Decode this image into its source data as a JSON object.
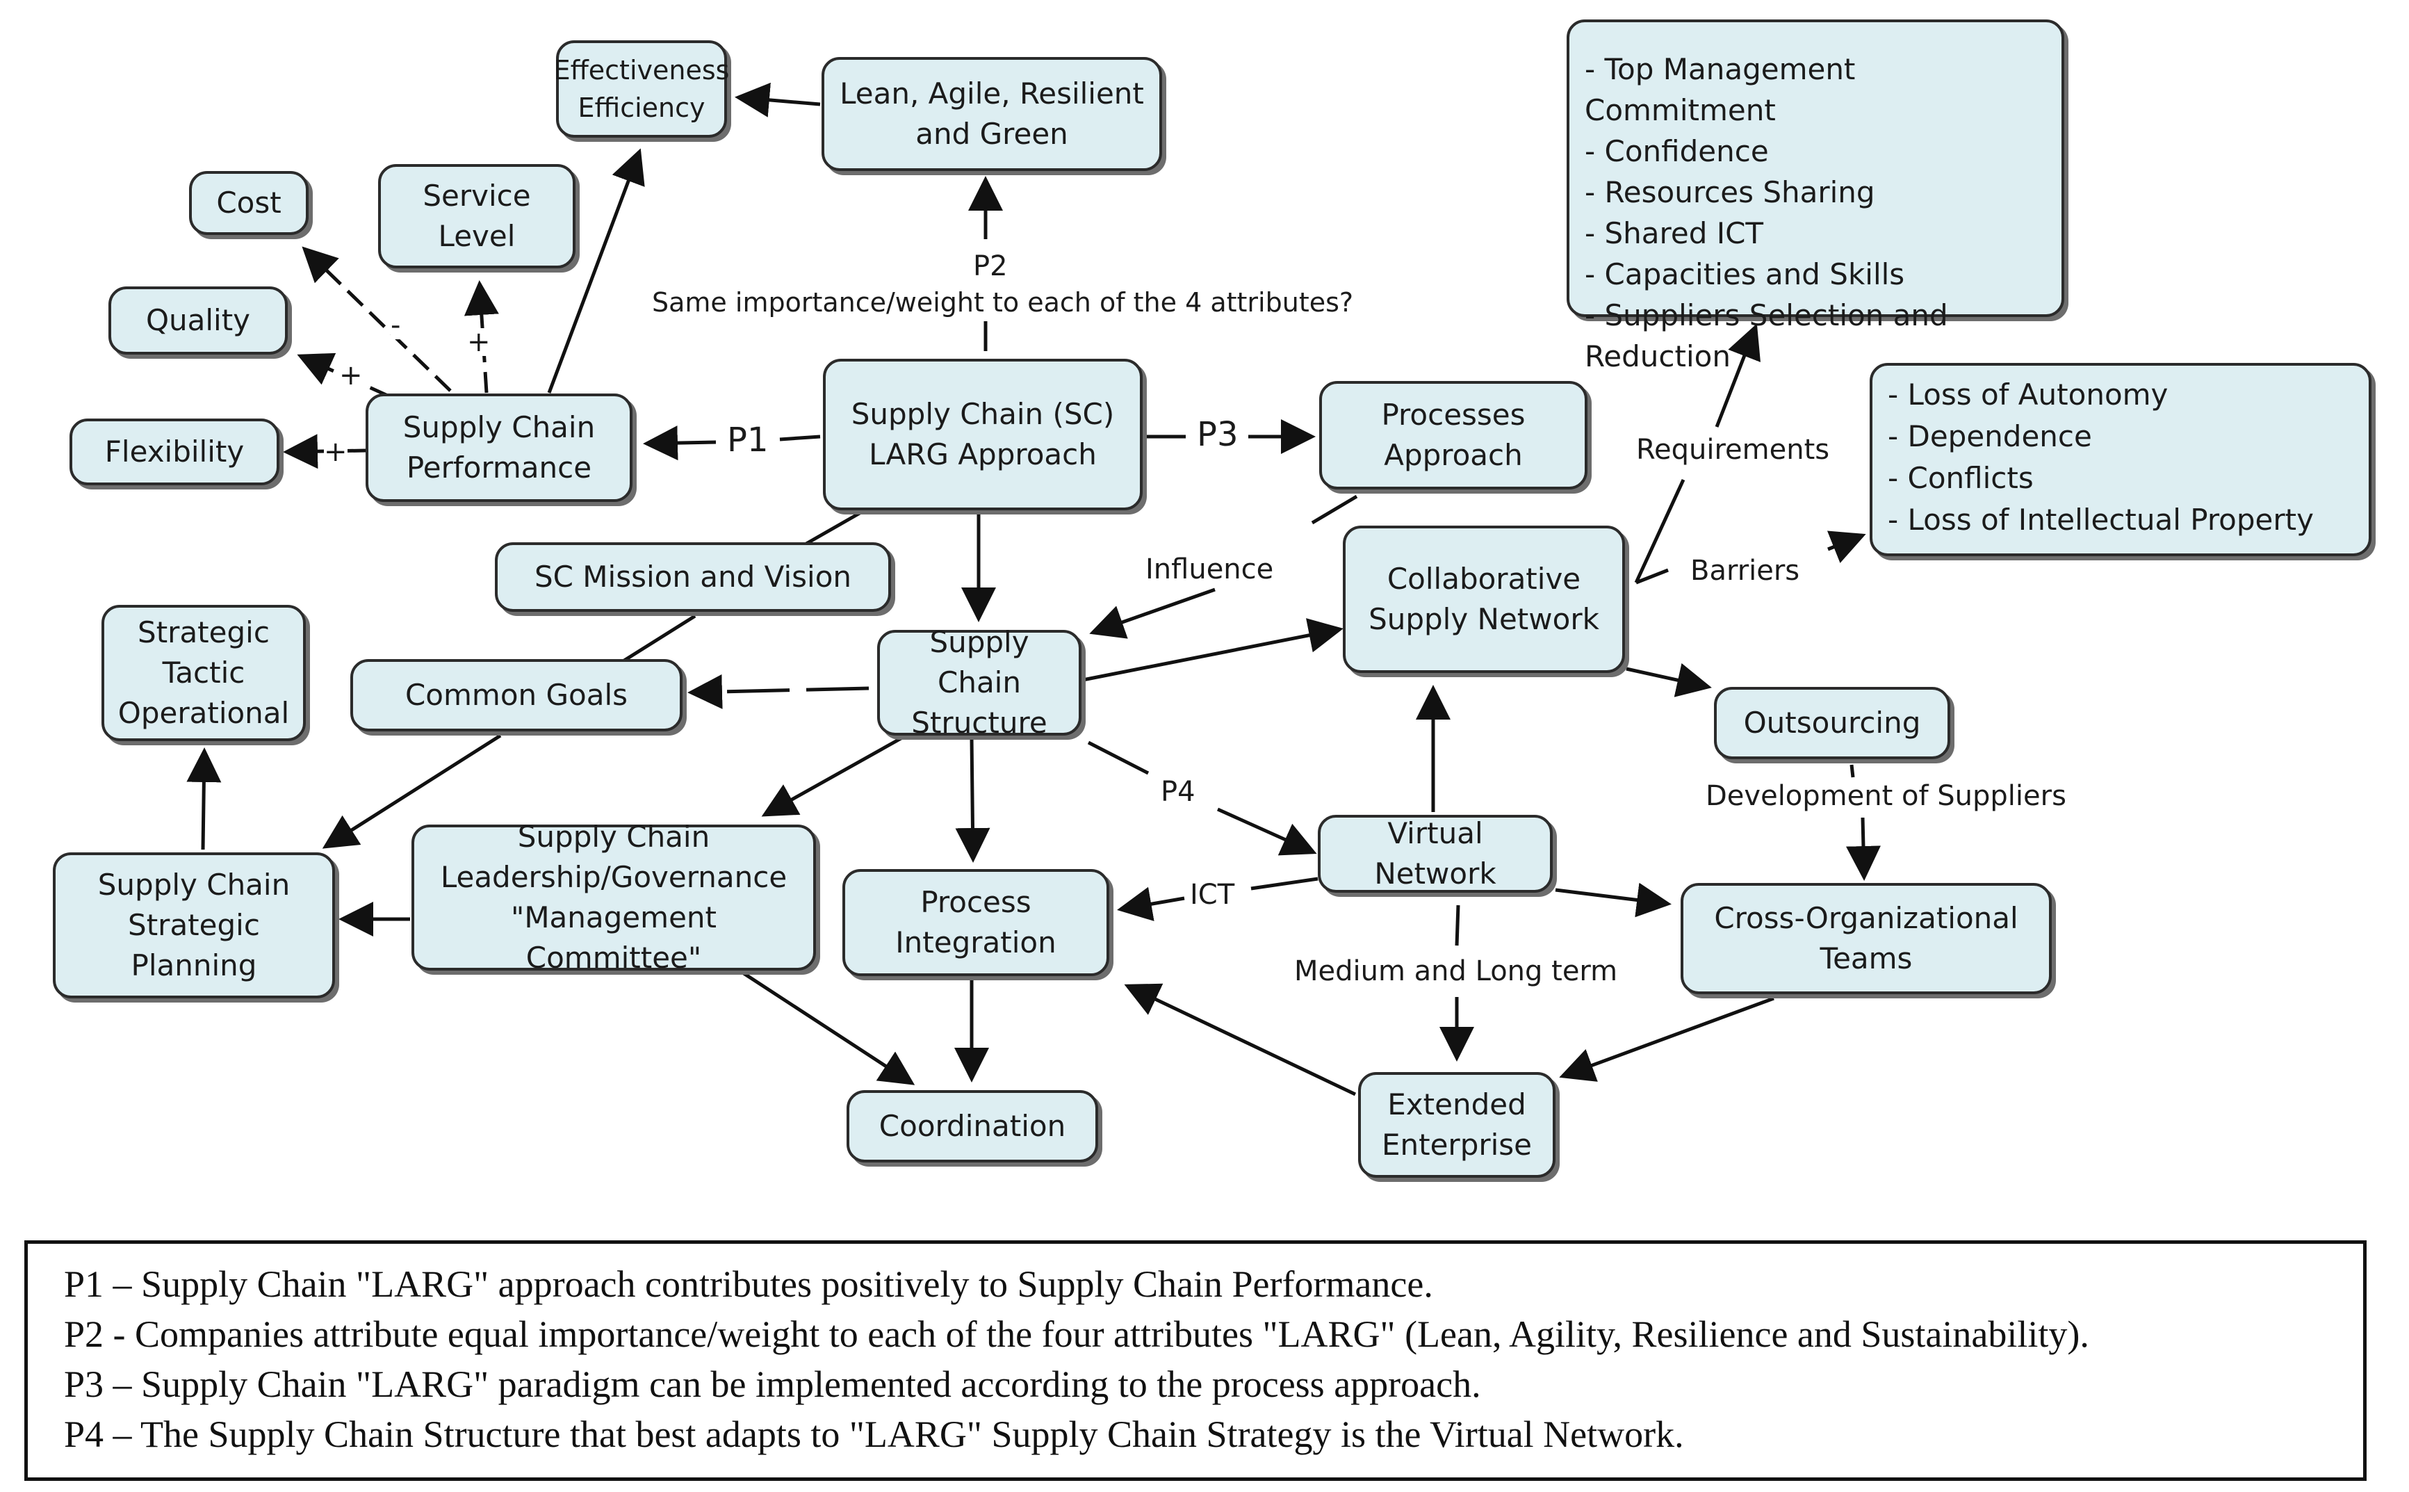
{
  "nodes": {
    "effectiveness": "Effectiveness\nEfficiency",
    "lean_agile": "Lean, Agile, Resilient\nand Green",
    "cost": "Cost",
    "service_level": "Service\nLevel",
    "quality": "Quality",
    "flexibility": "Flexibility",
    "sc_performance": "Supply Chain\nPerformance",
    "larg_approach": "Supply Chain (SC)\nLARG Approach",
    "processes_approach": "Processes\nApproach",
    "sc_mission": "SC Mission and Vision",
    "strategic_levels": "Strategic\nTactic\nOperational",
    "common_goals": "Common Goals",
    "sc_structure": "Supply Chain\nStructure",
    "collaborative_network": "Collaborative\nSupply Network",
    "outsourcing": "Outsourcing",
    "sc_strategic_planning": "Supply Chain\nStrategic\nPlanning",
    "sc_leadership": "Supply Chain\nLeadership/Governance\n\"Management Committee\"",
    "process_integration": "Process\nIntegration",
    "virtual_network": "Virtual Network",
    "cross_org_teams": "Cross-Organizational\nTeams",
    "coordination": "Coordination",
    "extended_enterprise": "Extended\nEnterprise",
    "requirements_list": "- Top Management Commitment\n- Confidence\n- Resources Sharing\n- Shared ICT\n- Capacities and Skills\n- Suppliers Selection and Reduction",
    "barriers_list": "- Loss of Autonomy\n- Dependence\n- Conflicts\n- Loss of Intellectual Property"
  },
  "edge_labels": {
    "p2": "P2",
    "p2_question": "Same importance/weight to each of the 4 attributes?",
    "p1": "P1",
    "p3": "P3",
    "p4": "P4",
    "influence": "Influence",
    "requirements": "Requirements",
    "barriers": "Barriers",
    "development_of_suppliers": "Development of Suppliers",
    "ict": "ICT",
    "medium_long_term": "Medium and Long term",
    "minus_cost": "-",
    "plus_service": "+",
    "plus_quality": "+",
    "plus_flexibility": "+"
  },
  "legend": [
    "P1 – Supply Chain \"LARG\" approach contributes positively to Supply Chain Performance.",
    "P2 - Companies attribute equal importance/weight to each of the four attributes \"LARG\" (Lean, Agility, Resilience and Sustainability).",
    "P3 – Supply Chain \"LARG\" paradigm can be implemented according to the process approach.",
    "P4 – The Supply Chain Structure that best adapts to \"LARG\" Supply Chain Strategy is the Virtual Network."
  ],
  "colors": {
    "node_fill": "#ddeef2",
    "node_border": "#2b2b2b",
    "node_shadow": "#6d6d6d",
    "edge": "#111111"
  }
}
